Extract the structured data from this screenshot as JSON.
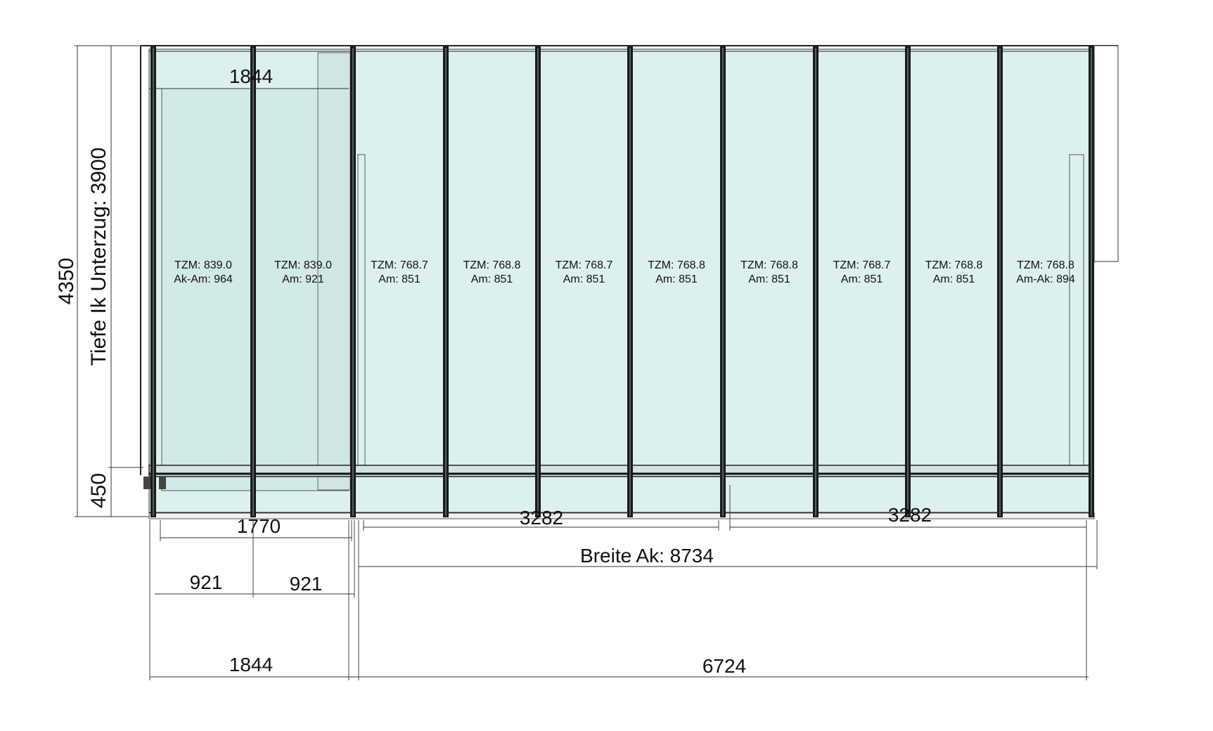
{
  "drawing": {
    "top_dims": {
      "upper": "1844"
    },
    "vertical_dims": {
      "total": "4350",
      "depth_label": "Tiefe Ik Unterzug: 3900",
      "lower": "450"
    },
    "panels": [
      {
        "tzm": "TZM: 839.0",
        "am": "Ak-Am: 964"
      },
      {
        "tzm": "TZM: 839.0",
        "am": "Am:  921"
      },
      {
        "tzm": "TZM: 768.7",
        "am": "Am:  851"
      },
      {
        "tzm": "TZM: 768.8",
        "am": "Am:  851"
      },
      {
        "tzm": "TZM: 768.7",
        "am": "Am:  851"
      },
      {
        "tzm": "TZM: 768.8",
        "am": "Am:  851"
      },
      {
        "tzm": "TZM: 768.8",
        "am": "Am:  851"
      },
      {
        "tzm": "TZM: 768.7",
        "am": "Am:  851"
      },
      {
        "tzm": "TZM: 768.8",
        "am": "Am:  851"
      },
      {
        "tzm": "TZM: 768.8",
        "am": "Am-Ak: 894"
      }
    ],
    "bottom_dims": {
      "door_inner": "1770",
      "slide_left": "3282",
      "slide_right": "3282",
      "total_width": "Breite Ak: 8734",
      "sub_left": "921",
      "sub_right": "921",
      "seg_left": "1844",
      "seg_right": "6724"
    },
    "colors": {
      "glass": "#dcf1ef",
      "post": "#111111",
      "line": "#222222"
    }
  }
}
